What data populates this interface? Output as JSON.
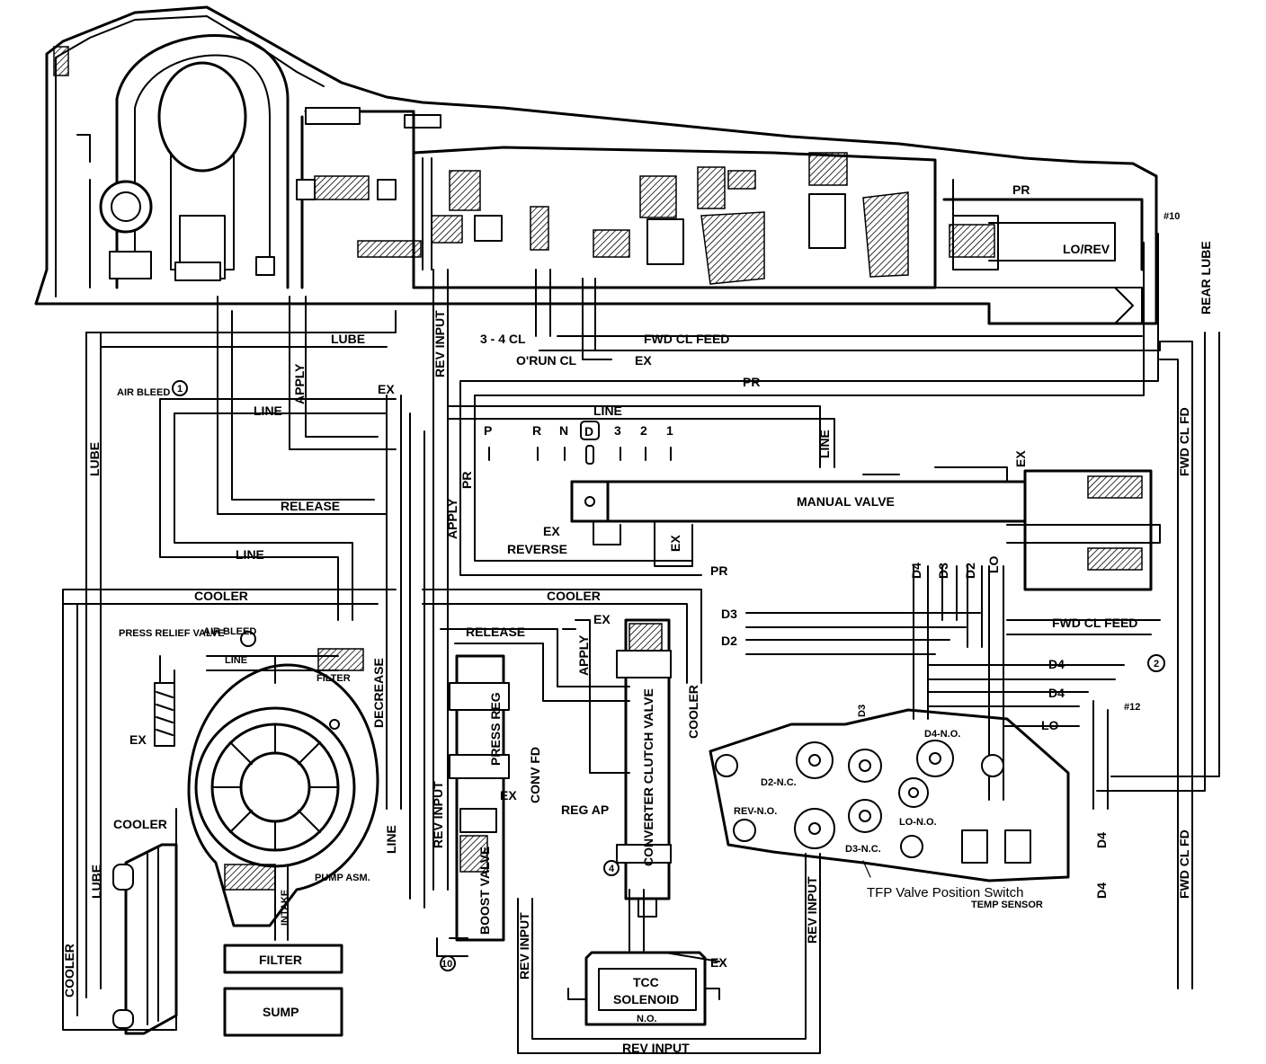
{
  "labels": {
    "pr_top": "PR",
    "check_10": "#10",
    "lo_rev": "LO/REV",
    "rear_lube": "REAR LUBE",
    "lube_top": "LUBE",
    "rev_input_top": "REV INPUT",
    "cl_34": "3 - 4 CL",
    "fwd_cl_feed_top": "FWD CL FEED",
    "orun_cl": "O'RUN CL",
    "ex_orun": "EX",
    "pr_mid": "PR",
    "air_bleed_1": "AIR BLEED",
    "line_left": "LINE",
    "apply_left": "APPLY",
    "ex_left": "EX",
    "line_manual": "LINE",
    "fwd_cl_fd_right": "FWD CL FD",
    "lube_vert": "LUBE",
    "release_top": "RELEASE",
    "pr_vert": "PR",
    "apply_vert": "APPLY",
    "line_vert_manual": "LINE",
    "ex_manual": "EX",
    "manual_valve": "MANUAL VALVE",
    "ex_reverse": "EX",
    "reverse": "REVERSE",
    "ex_box": "EX",
    "pr_bottom": "PR",
    "line_mid": "LINE",
    "d4_port": "D4",
    "d3_port": "D3",
    "d2_port": "D2",
    "lo_port": "LO",
    "cooler_left": "COOLER",
    "cooler_right": "COOLER",
    "d3_line": "D3",
    "d2_line": "D2",
    "ex_conv": "EX",
    "fwd_cl_feed_mid": "FWD CL FEED",
    "press_relief_valve": "PRESS RELIEF VALVE",
    "air_bleed_2": "AIR BLEED",
    "line_pump": "LINE",
    "filter_small": "FILTER",
    "release_mid": "RELEASE",
    "apply_conv": "APPLY",
    "d4_line_a": "D4",
    "d4_line_b": "D4",
    "check_12": "#12",
    "decrease": "DECREASE",
    "press_reg": "PRESS REG",
    "conv_fd": "CONV FD",
    "converter_clutch_valve": "CONVERTER CLUTCH VALVE",
    "cooler_vert": "COOLER",
    "lo_line": "LO",
    "ex_pump": "EX",
    "d4_nc": "D4-N.O.",
    "d3_label": "D3",
    "d2_nc": "D2-N.C.",
    "d4_vert_right": "D4",
    "ex_pr": "EX",
    "cooler_lower": "COOLER",
    "rev_input_vert": "REV INPUT",
    "reg_ap": "REG AP",
    "rev_no": "REV-N.O.",
    "lo_no": "LO-N.O.",
    "d3_nc": "D3-N.C.",
    "lube_lower": "LUBE",
    "line_lower": "LINE",
    "boost_valve": "BOOST VALVE",
    "pump_asm": "PUMP ASM.",
    "intake": "INTAKE",
    "tfp_switch": "TFP Valve Position Switch",
    "temp_sensor": "TEMP SENSOR",
    "d4_vert_lower": "D4",
    "fwd_cl_fd_lower": "FWD CL FD",
    "filter_box": "FILTER",
    "rev_input_lower": "REV INPUT",
    "rev_input_right": "REV INPUT",
    "cooler_vert_left": "COOLER",
    "ex_tcc": "EX",
    "tcc_solenoid_1": "TCC",
    "tcc_solenoid_2": "SOLENOID",
    "tcc_no": "N.O.",
    "sump": "SUMP",
    "rev_input_bottom": "REV INPUT",
    "check_1": "1",
    "check_2": "2",
    "check_4": "4",
    "check_10b": "10"
  },
  "gear_positions": [
    "P",
    "R",
    "N",
    "D",
    "3",
    "2",
    "1"
  ],
  "selected_gear": "D"
}
